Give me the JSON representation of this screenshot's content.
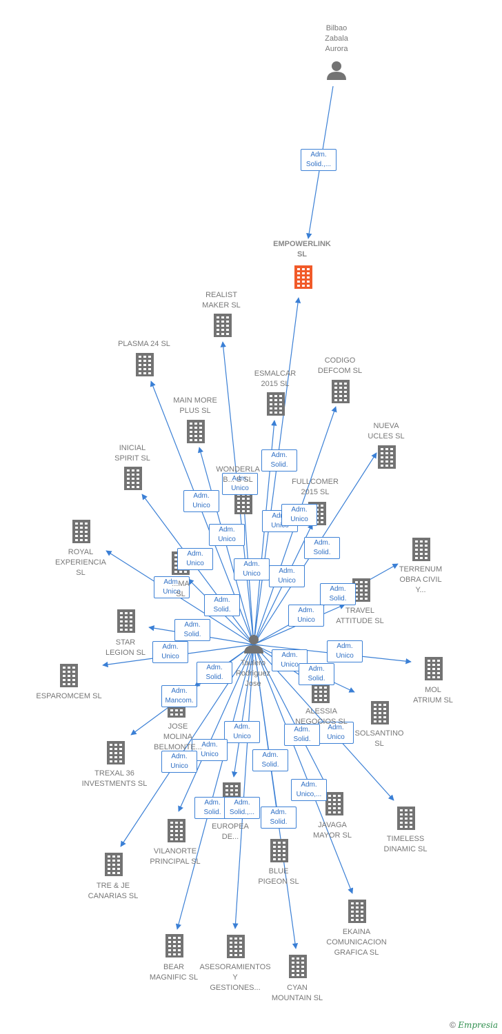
{
  "colors": {
    "edge": "#3a7fd5",
    "company_icon": "#737373",
    "main_company_icon": "#f15a29",
    "person_icon": "#737373"
  },
  "nodes": [
    {
      "id": "bilbao",
      "type": "person",
      "label": "Bilbao\nZabala\nAurora"
    },
    {
      "id": "empowerlink",
      "type": "main",
      "label": "EMPOWERLINK\nSL"
    },
    {
      "id": "taulero",
      "type": "person",
      "label": "Taulero\nRodriguez\nJose"
    },
    {
      "id": "realist",
      "type": "company",
      "label": "REALIST\nMAKER  SL"
    },
    {
      "id": "plasma",
      "type": "company",
      "label": "PLASMA 24 SL"
    },
    {
      "id": "esmalcar",
      "type": "company",
      "label": "ESMALCAR\n2015  SL"
    },
    {
      "id": "codigo",
      "type": "company",
      "label": "CODIGO\nDEFCOM  SL"
    },
    {
      "id": "mainmore",
      "type": "company",
      "label": "MAIN MORE\nPLUS  SL"
    },
    {
      "id": "nueva",
      "type": "company",
      "label": "NUEVA\nUCLES  SL"
    },
    {
      "id": "inicial",
      "type": "company",
      "label": "INICIAL\nSPIRIT  SL"
    },
    {
      "id": "wonderla",
      "type": "company",
      "label": "WONDERLA\nB...  S  SL"
    },
    {
      "id": "fullcomer",
      "type": "company",
      "label": "FULLCOMER\n2015  SL"
    },
    {
      "id": "royal",
      "type": "company",
      "label": "ROYAL\nEXPERIENCIA\nSL"
    },
    {
      "id": "terrenum",
      "type": "company",
      "label": "TERRENUM\nOBRA CIVIL\nY..."
    },
    {
      "id": "ma",
      "type": "company",
      "label": "...MA\nSL"
    },
    {
      "id": "travel",
      "type": "company",
      "label": "TRAVEL\nATTITUDE  SL"
    },
    {
      "id": "star",
      "type": "company",
      "label": "STAR\nLEGION  SL"
    },
    {
      "id": "esparomcem",
      "type": "company",
      "label": "ESPAROMCEM SL"
    },
    {
      "id": "mol",
      "type": "company",
      "label": "MOL\nATRIUM  SL"
    },
    {
      "id": "alessia",
      "type": "company",
      "label": "ALESSIA\nNEGOCIOS  SL"
    },
    {
      "id": "solsantino",
      "type": "company",
      "label": "SOLSANTINO\nSL"
    },
    {
      "id": "josemolina",
      "type": "company",
      "label": "JOSE\nMOLINA\nBELMONTE..."
    },
    {
      "id": "trexal",
      "type": "company",
      "label": "TREXAL 36\nINVESTMENTS SL"
    },
    {
      "id": "timeless",
      "type": "company",
      "label": "TIMELESS\nDINAMIC  SL"
    },
    {
      "id": "europea",
      "type": "company",
      "label": "EUROPEA\nDE..."
    },
    {
      "id": "javaga",
      "type": "company",
      "label": "JAVAGA\nMAYOR  SL"
    },
    {
      "id": "vilanorte",
      "type": "company",
      "label": "VILANORTE\nPRINCIPAL  SL"
    },
    {
      "id": "trejecanarias",
      "type": "company",
      "label": "TRE & JE\nCANARIAS  SL"
    },
    {
      "id": "blue",
      "type": "company",
      "label": "BLUE\nPIGEON  SL"
    },
    {
      "id": "ekaina",
      "type": "company",
      "label": "EKAINA\nCOMUNICACION\nGRAFICA  SL"
    },
    {
      "id": "bear",
      "type": "company",
      "label": "BEAR\nMAGNIFIC  SL"
    },
    {
      "id": "asesoramientos",
      "type": "company",
      "label": "ASESORAMIENTOS\nY\nGESTIONES..."
    },
    {
      "id": "cyan",
      "type": "company",
      "label": "CYAN\nMOUNTAIN  SL"
    }
  ],
  "edges": [
    {
      "from": "bilbao",
      "to": "empowerlink",
      "label": "Adm.\nSolid.,..."
    },
    {
      "from": "taulero",
      "to": "empowerlink",
      "label": "Adm.\nSolid."
    },
    {
      "from": "taulero",
      "to": "realist",
      "label": "Adm.\nUnico"
    },
    {
      "from": "taulero",
      "to": "plasma",
      "label": "Adm.\nUnico"
    },
    {
      "from": "taulero",
      "to": "esmalcar",
      "label": "Adm.\nUnico"
    },
    {
      "from": "taulero",
      "to": "codigo",
      "label": "Adm.\nUnico"
    },
    {
      "from": "taulero",
      "to": "mainmore",
      "label": "Adm.\nUnico"
    },
    {
      "from": "taulero",
      "to": "nueva",
      "label": "Adm.\nSolid."
    },
    {
      "from": "taulero",
      "to": "inicial",
      "label": "Adm.\nUnico"
    },
    {
      "from": "taulero",
      "to": "wonderla",
      "label": "Adm.\nUnico"
    },
    {
      "from": "taulero",
      "to": "fullcomer",
      "label": "Adm.\nUnico"
    },
    {
      "from": "taulero",
      "to": "royal",
      "label": "Adm.\nUnico"
    },
    {
      "from": "taulero",
      "to": "terrenum",
      "label": "Adm.\nSolid."
    },
    {
      "from": "taulero",
      "to": "ma",
      "label": "Adm.\nSolid."
    },
    {
      "from": "taulero",
      "to": "travel",
      "label": "Adm.\nUnico"
    },
    {
      "from": "taulero",
      "to": "star",
      "label": "Adm.\nSolid."
    },
    {
      "from": "taulero",
      "to": "esparomcem",
      "label": "Adm.\nUnico"
    },
    {
      "from": "taulero",
      "to": "mol",
      "label": "Adm.\nUnico"
    },
    {
      "from": "taulero",
      "to": "alessia",
      "label": "Adm.\nUnico"
    },
    {
      "from": "taulero",
      "to": "solsantino",
      "label": "Adm.\nSolid."
    },
    {
      "from": "taulero",
      "to": "josemolina",
      "label": "Adm.\nSolid."
    },
    {
      "from": "taulero",
      "to": "trexal",
      "label": "Adm.\nMancom."
    },
    {
      "from": "taulero",
      "to": "timeless",
      "label": "Adm.\nUnico"
    },
    {
      "from": "taulero",
      "to": "europea",
      "label": "Adm.\nUnico"
    },
    {
      "from": "taulero",
      "to": "javaga",
      "label": "Adm.\nSolid."
    },
    {
      "from": "taulero",
      "to": "vilanorte",
      "label": "Adm.\nUnico"
    },
    {
      "from": "taulero",
      "to": "trejecanarias",
      "label": "Adm.\nUnico"
    },
    {
      "from": "taulero",
      "to": "blue",
      "label": "Adm.\nSolid."
    },
    {
      "from": "taulero",
      "to": "ekaina",
      "label": "Adm.\nUnico,..."
    },
    {
      "from": "taulero",
      "to": "bear",
      "label": "Adm.\nSolid."
    },
    {
      "from": "taulero",
      "to": "asesoramientos",
      "label": "Adm.\nSolid.,..."
    },
    {
      "from": "taulero",
      "to": "cyan",
      "label": "Adm.\nSolid."
    }
  ],
  "copyright": {
    "symbol": "©",
    "brand": "Empresia"
  }
}
